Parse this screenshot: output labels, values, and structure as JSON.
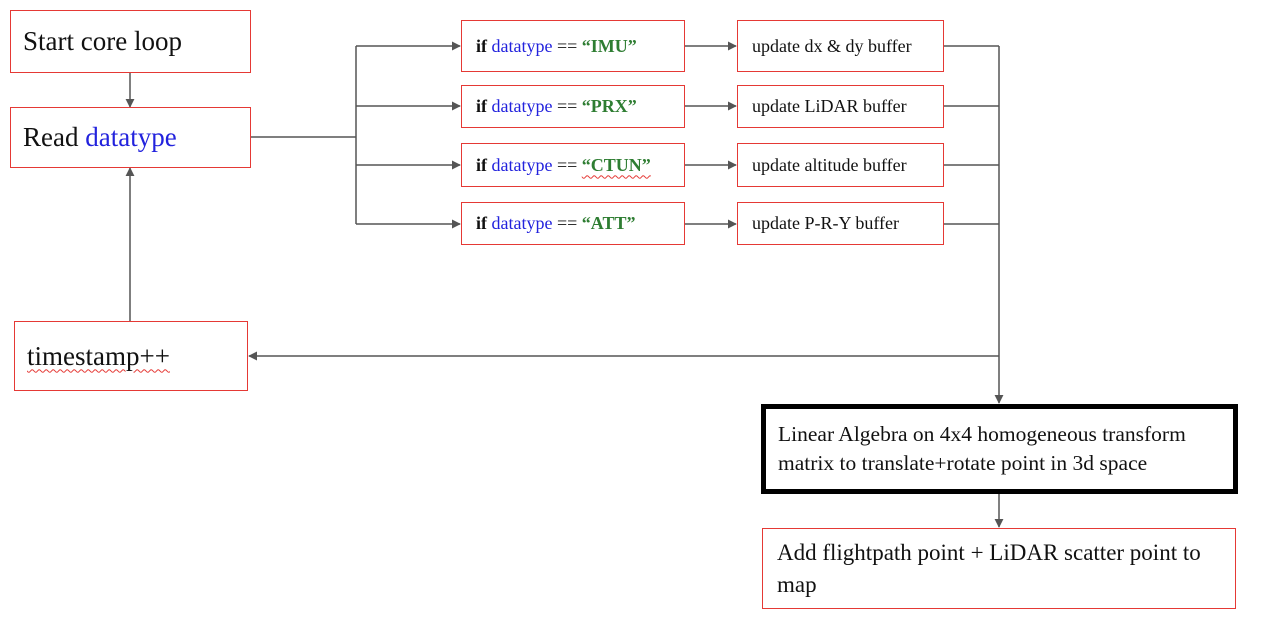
{
  "nodes": {
    "start": "Start core loop",
    "read_prefix": "Read ",
    "read_var": "datatype",
    "timestamp": "timestamp++",
    "transform": "Linear Algebra on 4x4 homogeneous transform matrix to translate+rotate point in 3d space",
    "output": "Add flightpath point + LiDAR scatter point to map"
  },
  "conditions": [
    {
      "keyword": "if",
      "variable": "datatype",
      "operator": "==",
      "value": "“IMU”",
      "action": "update dx & dy buffer"
    },
    {
      "keyword": "if",
      "variable": "datatype",
      "operator": "==",
      "value": "“PRX”",
      "action": "update LiDAR buffer"
    },
    {
      "keyword": "if",
      "variable": "datatype",
      "operator": "==",
      "value": "“CTUN”",
      "action": "update altitude buffer"
    },
    {
      "keyword": "if",
      "variable": "datatype",
      "operator": "==",
      "value": "“ATT”",
      "action": "update P-R-Y buffer"
    }
  ],
  "colors": {
    "box_border": "#e53935",
    "variable": "#2222dd",
    "string_value": "#2e7d32",
    "connector": "#555555"
  }
}
